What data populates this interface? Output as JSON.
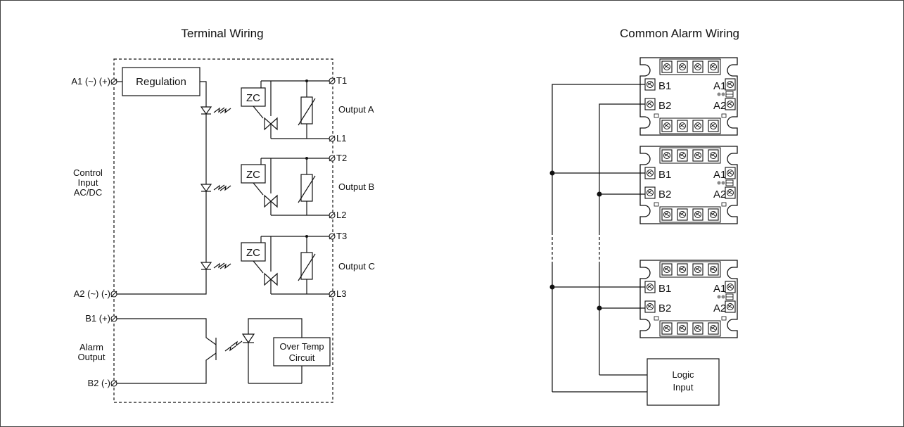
{
  "left_panel": {
    "title": "Terminal Wiring",
    "terminals": {
      "a1": "A1 (~) (+)",
      "a2": "A2 (~) (-)",
      "b1": "B1 (+)",
      "b2": "B2 (-)"
    },
    "control_input": [
      "Control",
      "Input",
      "AC/DC"
    ],
    "alarm_output": [
      "Alarm",
      "Output"
    ],
    "regulation": "Regulation",
    "zc": "ZC",
    "outputs": [
      {
        "t": "T1",
        "l": "L1",
        "label": "Output A"
      },
      {
        "t": "T2",
        "l": "L2",
        "label": "Output B"
      },
      {
        "t": "T3",
        "l": "L3",
        "label": "Output C"
      }
    ],
    "over_temp": [
      "Over Temp",
      "Circuit"
    ]
  },
  "right_panel": {
    "title": "Common Alarm Wiring",
    "relay_labels": {
      "b1": "B1",
      "b2": "B2",
      "a1": "A1",
      "a2": "A2"
    },
    "logic_input": [
      "Logic",
      "Input"
    ]
  }
}
